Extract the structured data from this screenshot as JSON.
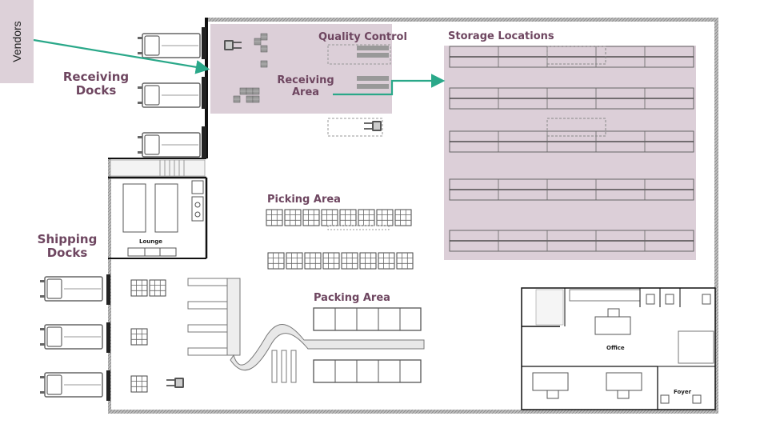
{
  "labels": {
    "vendors": "Vendors",
    "receiving_docks": [
      "Receiving",
      "Docks"
    ],
    "shipping_docks": [
      "Shipping",
      "Docks"
    ],
    "quality_control": "Quality Control",
    "receiving_area": [
      "Receiving",
      "Area"
    ],
    "storage_locations": "Storage Locations",
    "picking_area": "Picking Area",
    "packing_area": "Packing Area",
    "lounge": "Lounge",
    "office": "Office",
    "foyer": "Foyer"
  },
  "colors": {
    "zone_fill": "#dccfd8",
    "label_text": "#6e4660",
    "arrow": "#2aa889",
    "wall": "#111111",
    "vendors_box": "#ddd1d9"
  },
  "icons": {
    "truck": "truck-icon",
    "forklift": "forklift-icon",
    "pallet": "pallet-icon",
    "conveyor": "conveyor-icon",
    "rack": "rack-icon"
  }
}
